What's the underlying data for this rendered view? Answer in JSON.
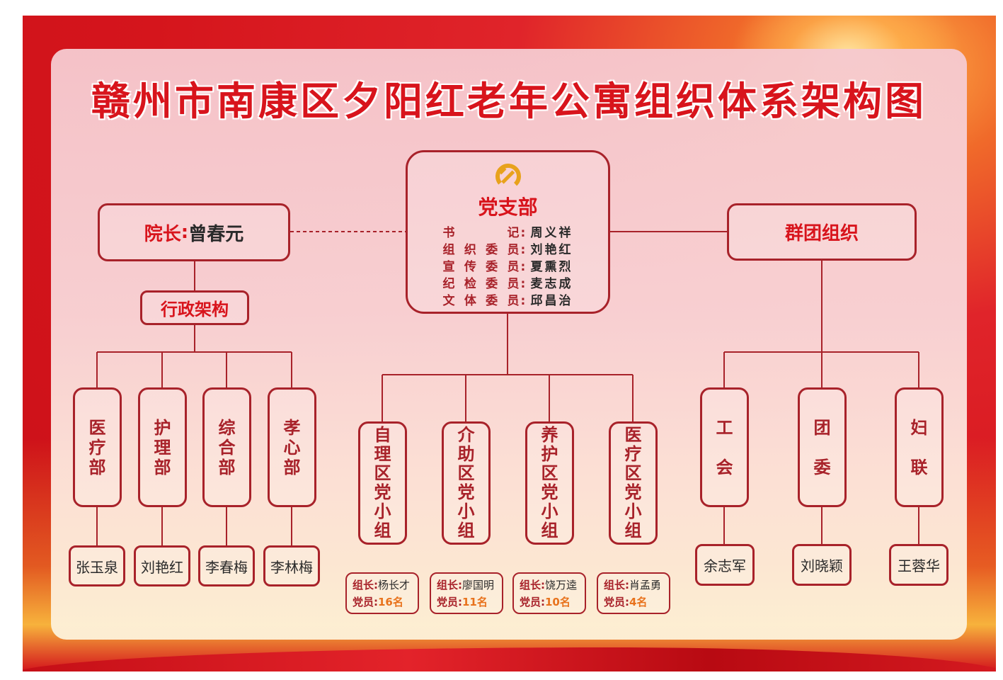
{
  "title": "赣州市南康区夕阳红老年公寓组织体系架构图",
  "colors": {
    "primary_red": "#d8141c",
    "line_red": "#a8222a",
    "orange": "#e8721c"
  },
  "icons": {
    "party_emblem": "hammer-sickle-icon"
  },
  "director": {
    "label": "院长",
    "colon": ":",
    "name": "曾春元"
  },
  "admin": {
    "title": "行政架构",
    "departments": [
      {
        "name": "医疗部",
        "head": "张玉泉"
      },
      {
        "name": "护理部",
        "head": "刘艳红"
      },
      {
        "name": "综合部",
        "head": "李春梅"
      },
      {
        "name": "孝心部",
        "head": "李林梅"
      }
    ]
  },
  "party_branch": {
    "title": "党支部",
    "roles": [
      {
        "label": "书记",
        "value": "周义祥"
      },
      {
        "label": "组织委员",
        "value": "刘艳红"
      },
      {
        "label": "宣传委员",
        "value": "夏熏烈"
      },
      {
        "label": "纪检委员",
        "value": "麦志成"
      },
      {
        "label": "文体委员",
        "value": "邱昌治"
      }
    ],
    "groups": [
      {
        "name": "自理区党小组",
        "leader_label": "组长:",
        "leader": "杨长才",
        "members_label": "党员:",
        "members": "16名"
      },
      {
        "name": "介助区党小组",
        "leader_label": "组长:",
        "leader": "廖国明",
        "members_label": "党员:",
        "members": "11名"
      },
      {
        "name": "养护区党小组",
        "leader_label": "组长:",
        "leader": "饶万逵",
        "members_label": "党员:",
        "members": "10名"
      },
      {
        "name": "医疗区党小组",
        "leader_label": "组长:",
        "leader": "肖孟勇",
        "members_label": "党员:",
        "members": "4名"
      }
    ]
  },
  "mass_org": {
    "title": "群团组织",
    "units": [
      {
        "name": "工会",
        "head": "余志军"
      },
      {
        "name": "团委",
        "head": "刘晓颖"
      },
      {
        "name": "妇联",
        "head": "王蓉华"
      }
    ]
  }
}
